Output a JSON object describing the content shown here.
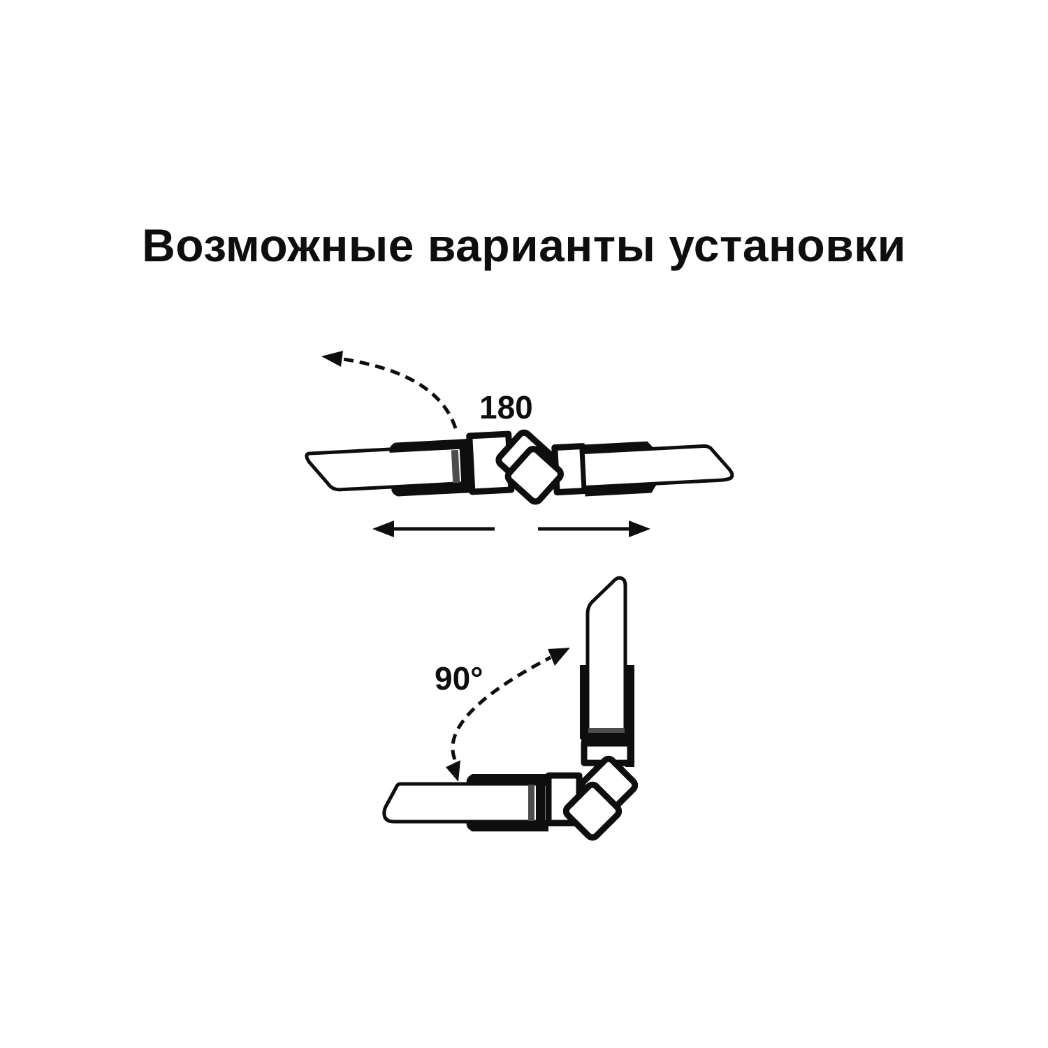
{
  "title": {
    "text": "Возможные варианты установки"
  },
  "colors": {
    "background": "#ffffff",
    "ink": "#0e0e0e",
    "glass_fill": "#ffffff",
    "seal_gray": "#4d4d4d"
  },
  "diagram_180": {
    "angle_label": "180",
    "icons": [
      "rotation-arc-arrow",
      "slide-left-arrow",
      "slide-right-arrow",
      "pivot-hinge-knuckle",
      "glass-panel",
      "channel-profile"
    ]
  },
  "diagram_90": {
    "angle_label": "90°",
    "icons": [
      "rotation-arc-double-arrow",
      "pivot-hinge-knuckle",
      "glass-panel",
      "channel-profile"
    ]
  }
}
